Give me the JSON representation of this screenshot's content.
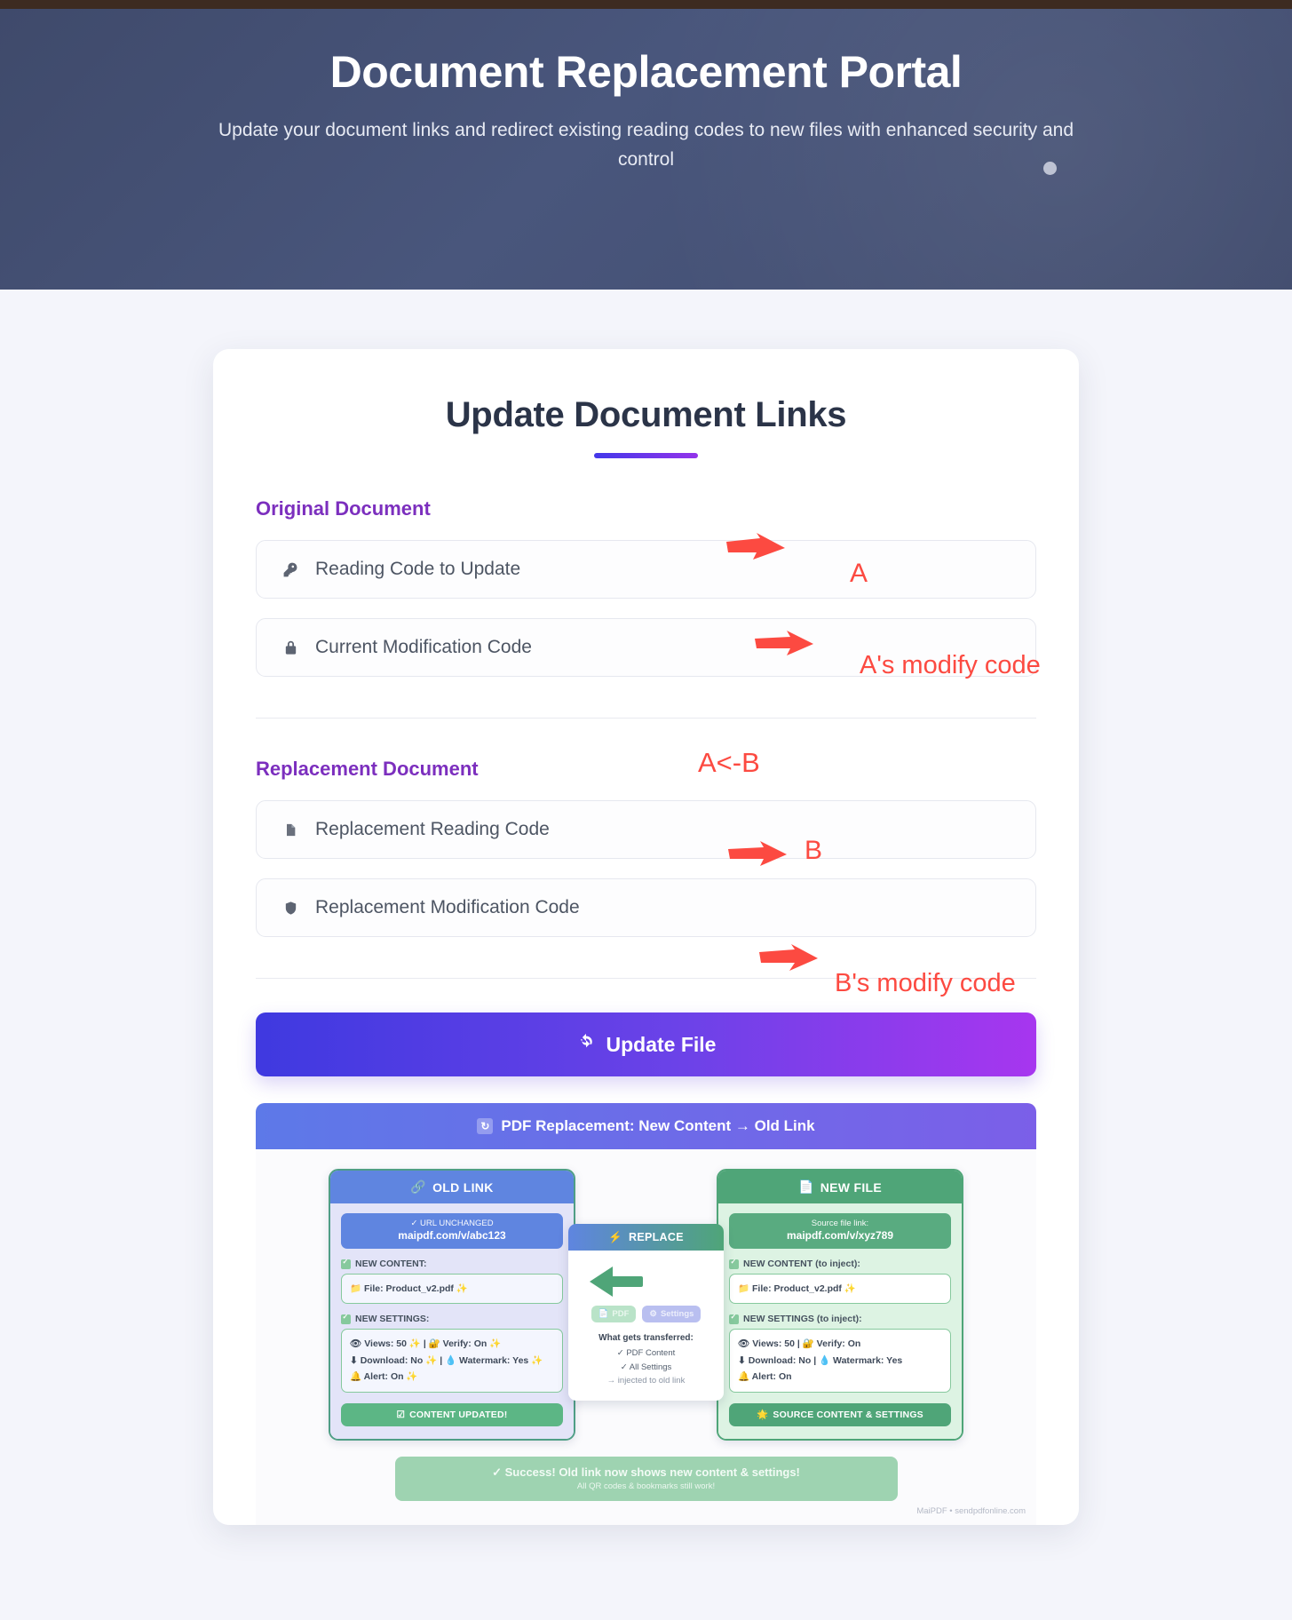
{
  "hero": {
    "title": "Document Replacement Portal",
    "subtitle": "Update your document links and redirect existing reading codes to new files with enhanced security and control"
  },
  "form": {
    "title": "Update Document Links",
    "original_section_label": "Original Document",
    "replacement_section_label": "Replacement Document",
    "fields": [
      {
        "icon": "key-icon",
        "placeholder": "Reading Code to Update",
        "value": ""
      },
      {
        "icon": "lock-icon",
        "placeholder": "Current Modification Code",
        "value": ""
      },
      {
        "icon": "document-icon",
        "placeholder": "Replacement Reading Code",
        "value": ""
      },
      {
        "icon": "shield-icon",
        "placeholder": "Replacement Modification Code",
        "value": ""
      }
    ],
    "submit_label": "Update File",
    "submit_icon": "refresh-icon"
  },
  "annotations": [
    {
      "id": "a",
      "text": "A"
    },
    {
      "id": "a-modify",
      "text": "A's modify code"
    },
    {
      "id": "a-from-b",
      "text": "A<-B"
    },
    {
      "id": "b",
      "text": "B"
    },
    {
      "id": "b-modify",
      "text": "B's modify code"
    }
  ],
  "infographic": {
    "header": "PDF Replacement: New Content → Old Link",
    "header_icon": "refresh-icon",
    "old": {
      "title": "OLD LINK",
      "title_icon": "link-icon",
      "url_note": "✓ URL UNCHANGED",
      "url": "maipdf.com/v/abc123",
      "content_label": "NEW CONTENT:",
      "content_value": "📁 File: Product_v2.pdf ✨",
      "settings_label": "NEW SETTINGS:",
      "settings_lines": [
        "👁 Views: 50 ✨ | 🔐 Verify: On ✨",
        "⬇ Download: No ✨ | 💧 Watermark: Yes ✨",
        "🔔 Alert: On ✨"
      ],
      "cta": "CONTENT UPDATED!",
      "cta_icon": "check-icon"
    },
    "middle": {
      "title": "REPLACE",
      "title_icon": "bolt-icon",
      "chips": [
        {
          "label": "PDF",
          "icon": "document-icon"
        },
        {
          "label": "Settings",
          "icon": "gear-icon"
        }
      ],
      "transfer_title": "What gets transferred:",
      "transfer_lines": [
        "✓ PDF Content",
        "✓ All Settings",
        "→ injected to old link"
      ]
    },
    "new": {
      "title": "NEW FILE",
      "title_icon": "document-icon",
      "url_note": "Source file link:",
      "url": "maipdf.com/v/xyz789",
      "content_label": "NEW CONTENT (to inject):",
      "content_value": "📁 File: Product_v2.pdf ✨",
      "settings_label": "NEW SETTINGS (to inject):",
      "settings_lines": [
        "👁 Views: 50 | 🔐 Verify: On",
        "⬇ Download: No | 💧 Watermark: Yes",
        "🔔 Alert: On"
      ],
      "cta": "SOURCE CONTENT & SETTINGS",
      "cta_icon": "star-icon"
    },
    "success": {
      "line1": "✓ Success! Old link now shows new content & settings!",
      "line2": "All QR codes & bookmarks still work!"
    },
    "brand": "MaiPDF • sendpdfonline.com"
  },
  "colors": {
    "accent_purple": "#7c2fbe",
    "gradient_start": "#3f39e0",
    "gradient_end": "#a736ef",
    "annotation_red": "#fc4a41",
    "hero_bg": "#434f73"
  }
}
